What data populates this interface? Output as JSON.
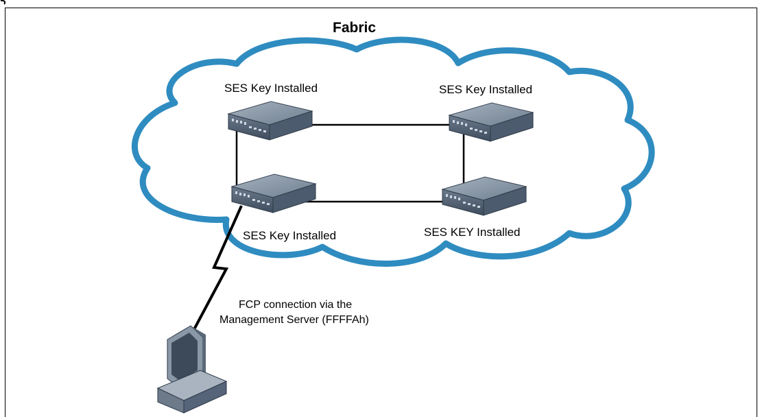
{
  "fabric_title": "Fabric",
  "switches": [
    {
      "label": "SES Key Installed"
    },
    {
      "label": "SES Key Installed"
    },
    {
      "label": "SES Key Installed"
    },
    {
      "label": "SES KEY Installed"
    }
  ],
  "connection_label_line1": "FCP connection via the",
  "connection_label_line2": "Management Server (FFFFAh)",
  "colors": {
    "cloud_stroke": "#2f8cc0",
    "switch_top": "#7d8c9c",
    "switch_front": "#56667a",
    "link": "#000000"
  }
}
